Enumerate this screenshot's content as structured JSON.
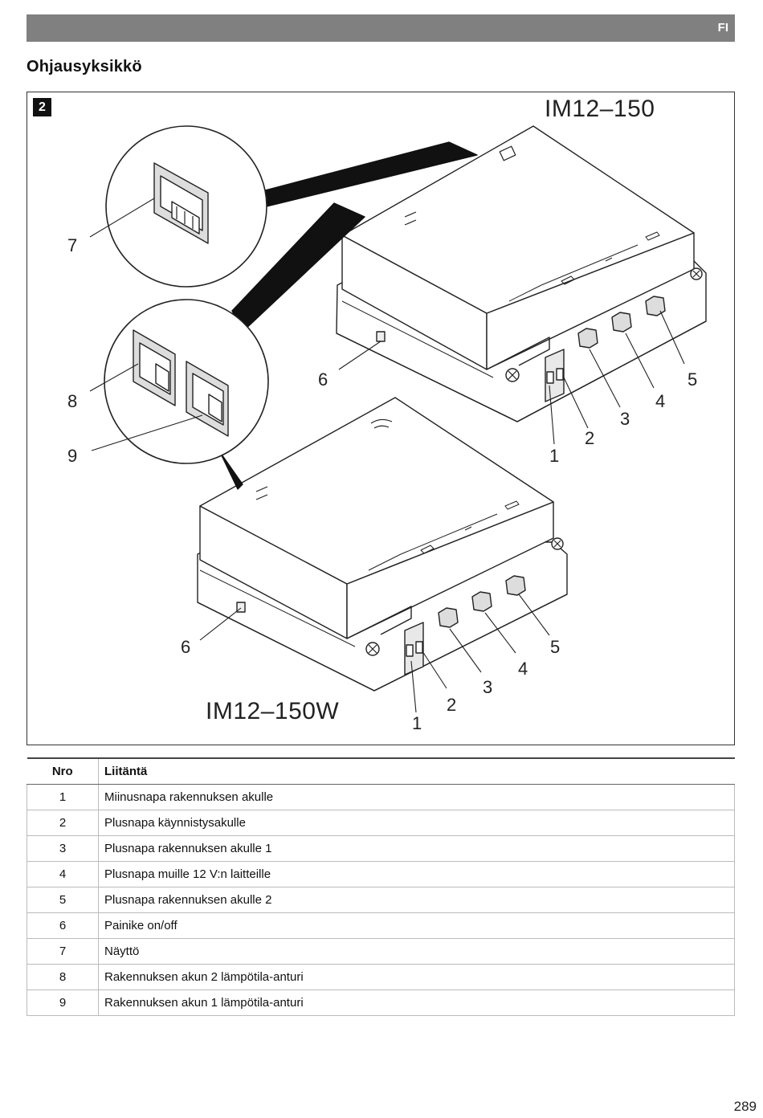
{
  "header": {
    "lang": "FI"
  },
  "section_title": "Ohjausyksikkö",
  "figure": {
    "number": "2",
    "model_top": "IM12–150",
    "model_bottom": "IM12–150W",
    "callouts": {
      "c7": "7",
      "c8": "8",
      "c9": "9",
      "c6a": "6",
      "c6b": "6",
      "t1": "1",
      "t2": "2",
      "t3": "3",
      "t4": "4",
      "t5": "5",
      "b1": "1",
      "b2": "2",
      "b3": "3",
      "b4": "4",
      "b5": "5"
    }
  },
  "table": {
    "headers": {
      "nro": "Nro",
      "connection": "Liitäntä"
    },
    "rows": [
      {
        "nro": "1",
        "connection": "Miinusnapa rakennuksen akulle"
      },
      {
        "nro": "2",
        "connection": "Plusnapa käynnistysakulle"
      },
      {
        "nro": "3",
        "connection": "Plusnapa rakennuksen akulle 1"
      },
      {
        "nro": "4",
        "connection": "Plusnapa muille 12 V:n laitteille"
      },
      {
        "nro": "5",
        "connection": "Plusnapa rakennuksen akulle 2"
      },
      {
        "nro": "6",
        "connection": "Painike on/off"
      },
      {
        "nro": "7",
        "connection": "Näyttö"
      },
      {
        "nro": "8",
        "connection": "Rakennuksen akun 2 lämpötila-anturi"
      },
      {
        "nro": "9",
        "connection": "Rakennuksen akun 1 lämpötila-anturi"
      }
    ]
  },
  "page_number": "289"
}
